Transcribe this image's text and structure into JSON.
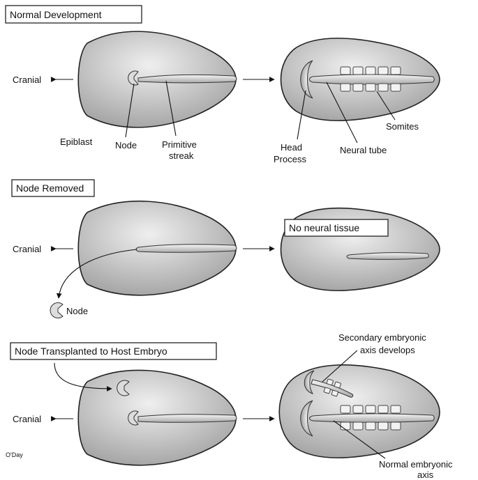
{
  "titles": {
    "normal": "Normal Development",
    "removed": "Node Removed",
    "transplanted": "Node Transplanted to Host Embryo",
    "no_neural": "No neural tissue"
  },
  "labels": {
    "cranial": "Cranial",
    "epiblast": "Epiblast",
    "node": "Node",
    "primitive_streak_1": "Primitive",
    "primitive_streak_2": "streak",
    "head_process_1": "Head",
    "head_process_2": "Process",
    "neural_tube": "Neural tube",
    "somites": "Somites",
    "secondary_axis_1": "Secondary embryonic",
    "secondary_axis_2": "axis develops",
    "normal_axis_1": "Normal embryonic",
    "normal_axis_2": "axis",
    "credit": "O'Day"
  },
  "colors": {
    "embryo_light": "#eeeeee",
    "embryo_dark": "#9a9a9a",
    "outline": "#222222"
  }
}
